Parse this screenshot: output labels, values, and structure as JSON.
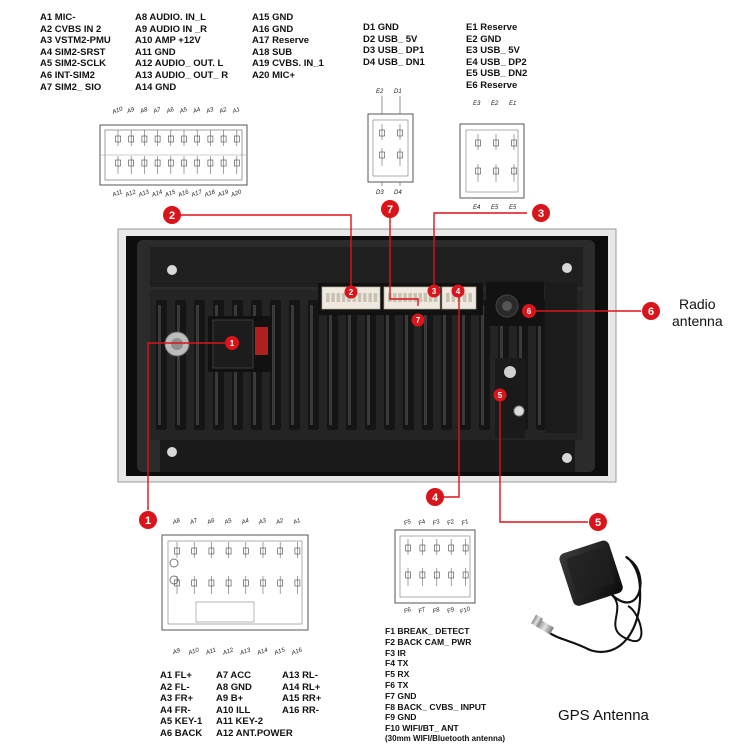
{
  "pin_groups": {
    "A_col1": [
      "A1 MIC-",
      "A2 CVBS IN 2",
      "A3 VSTM2-PMU",
      "A4 SIM2-SRST",
      "A5 SIM2-SCLK",
      "A6 INT-SIM2",
      "A7 SIM2_ SIO"
    ],
    "A_col2": [
      "A8 AUDIO. IN_L",
      "A9 AUDIO IN _R",
      "A10 AMP +12V",
      "A11 GND",
      "A12 AUDIO_ OUT. L",
      "A13 AUDIO_ OUT_ R",
      "A14 GND"
    ],
    "A_col3": [
      "A15 GND",
      "A16 GND",
      "A17 Reserve",
      "A18 SUB",
      "A19 CVBS. IN_1",
      "A20 MIC+"
    ],
    "D": [
      "D1 GND",
      "D2 USB_ 5V",
      "D3 USB_ DP1",
      "D4 USB_ DN1"
    ],
    "E": [
      "E1 Reserve",
      "E2 GND",
      "E3 USB_ 5V",
      "E4 USB_ DP2",
      "E5 USB_ DN2",
      "E6 Reserve"
    ],
    "main_col1": [
      "A1 FL+",
      "A2 FL-",
      "A3 FR+",
      "A4 FR-",
      "A5 KEY-1",
      "A6 BACK"
    ],
    "main_col2": [
      "A7 ACC",
      "A8 GND",
      "A9 B+",
      "A10 ILL",
      "A11 KEY-2",
      "A12 ANT.POWER"
    ],
    "main_col3": [
      "A13 RL-",
      "A14 RL+",
      "A15 RR+",
      "A16 RR-"
    ],
    "F": [
      "F1 BREAK_ DETECT",
      "F2 BACK CAM_ PWR",
      "F3 IR",
      "F4 TX",
      "F5 RX",
      "F6 TX",
      "F7 GND",
      "F8 BACK_ CVBS_ INPUT",
      "F9 GND",
      "F10 WIFI/BT_ ANT",
      "(30mm WIFI/Bluetooth antenna)"
    ]
  },
  "connector_pins": {
    "A_top": [
      "A10",
      "A9",
      "A8",
      "A7",
      "A6",
      "A5",
      "A4",
      "A3",
      "A2",
      "A1"
    ],
    "A_bottom": [
      "A11",
      "A12",
      "A13",
      "A14",
      "A15",
      "A16",
      "A17",
      "A18",
      "A19",
      "A20"
    ],
    "D_top": [
      "E2",
      "D1"
    ],
    "D_bottom": [
      "D3",
      "D4"
    ],
    "E_top": [
      "E3",
      "E2",
      "E1"
    ],
    "E_bottom": [
      "E4",
      "E5",
      "E5"
    ],
    "main_top": [
      "A8",
      "A7",
      "A6",
      "A5",
      "A4",
      "A3",
      "A2",
      "A1"
    ],
    "main_bottom": [
      "A9",
      "A10",
      "A11",
      "A12",
      "A13",
      "A14",
      "A15",
      "A16"
    ],
    "F_top": [
      "F5",
      "F4",
      "F3",
      "F2",
      "F1"
    ],
    "F_bottom": [
      "F6",
      "F7",
      "F8",
      "F9",
      "F10"
    ]
  },
  "badges": {
    "b1": "1",
    "b2": "2",
    "b3": "3",
    "b4": "4",
    "b5": "5",
    "b6": "6",
    "b7": "7"
  },
  "labels": {
    "radio_line1": "Radio",
    "radio_line2": "antenna",
    "gps": "GPS Antenna"
  },
  "colors": {
    "badge": "#d9141b",
    "line": "#d9141b",
    "unit_body": "#2a2a2a",
    "unit_dark": "#161616",
    "connector_white": "#f4f1ea",
    "connector_orange": "#e8b96a"
  }
}
